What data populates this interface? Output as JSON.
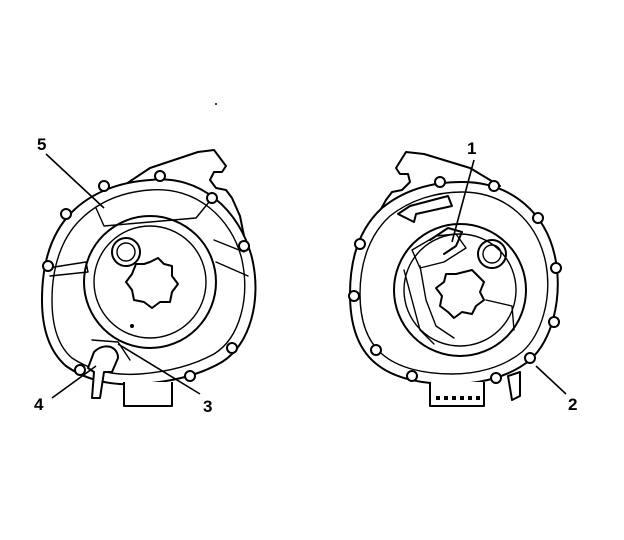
{
  "diagram": {
    "callouts": [
      {
        "id": "1",
        "label": "1"
      },
      {
        "id": "2",
        "label": "2"
      },
      {
        "id": "3",
        "label": "3"
      },
      {
        "id": "4",
        "label": "4"
      },
      {
        "id": "5",
        "label": "5"
      }
    ]
  },
  "colors": {
    "ink": "#000000",
    "paper": "#ffffff"
  }
}
